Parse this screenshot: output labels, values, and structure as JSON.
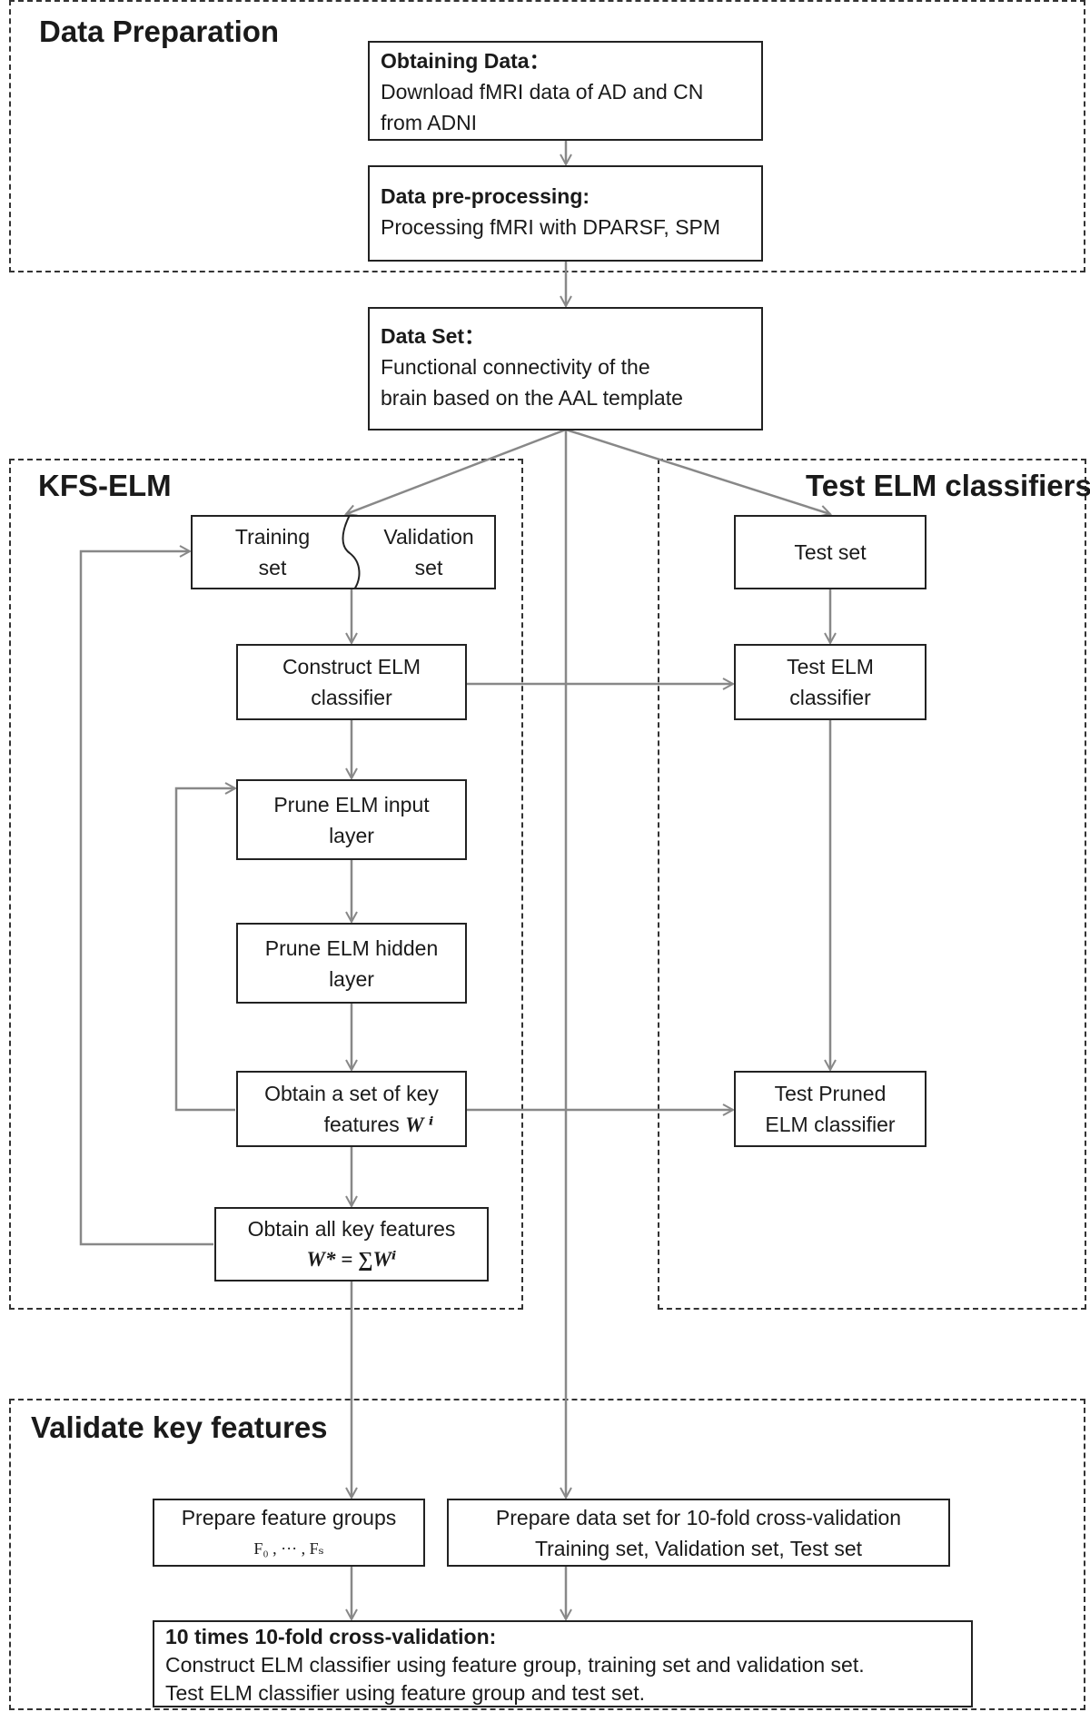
{
  "regions": {
    "data_preparation": "Data Preparation",
    "kfs_elm": "KFS-ELM",
    "test_elm": "Test ELM classifiers",
    "validate": "Validate key features"
  },
  "boxes": {
    "obtaining": {
      "title": "Obtaining Data：",
      "lines": [
        "Download fMRI data of AD and CN",
        "from ADNI"
      ]
    },
    "preprocess": {
      "title": "Data pre-processing:",
      "lines": [
        "Processing fMRI with DPARSF, SPM"
      ]
    },
    "dataset": {
      "title": "Data Set：",
      "lines": [
        "Functional connectivity of the",
        "brain based on the AAL template"
      ]
    },
    "train_val": {
      "left": [
        "Training",
        "set"
      ],
      "right": [
        "Validation",
        "set"
      ]
    },
    "construct": {
      "lines": [
        "Construct ELM",
        "classifier"
      ]
    },
    "prune_input": {
      "lines": [
        "Prune ELM input",
        "layer"
      ]
    },
    "prune_hidden": {
      "lines": [
        "Prune ELM hidden",
        "layer"
      ]
    },
    "key_set": {
      "line1": "Obtain a set of key",
      "line2": "features",
      "formula": "W ⁱ"
    },
    "all_key": {
      "line1": "Obtain all key features",
      "formula": "W* = ∑Wⁱ"
    },
    "test_set": {
      "lines": [
        "Test set"
      ]
    },
    "test_elm": {
      "lines": [
        "Test ELM",
        "classifier"
      ]
    },
    "test_pruned": {
      "lines": [
        "Test Pruned",
        "ELM classifier"
      ]
    },
    "feature_groups": {
      "line1": "Prepare feature groups",
      "formula": "F₀ , ··· , Fₛ"
    },
    "prepare_cv": {
      "lines": [
        "Prepare data set for 10-fold cross-validation",
        "Training set, Validation set, Test set"
      ]
    },
    "cross_val": {
      "title": "10 times 10-fold cross-validation:",
      "lines": [
        "Construct ELM classifier using feature group, training set and validation set.",
        "Test ELM classifier using feature group and test set."
      ]
    }
  },
  "colors": {
    "arrow": "#888888",
    "border": "#222222",
    "dash": "#333333"
  }
}
